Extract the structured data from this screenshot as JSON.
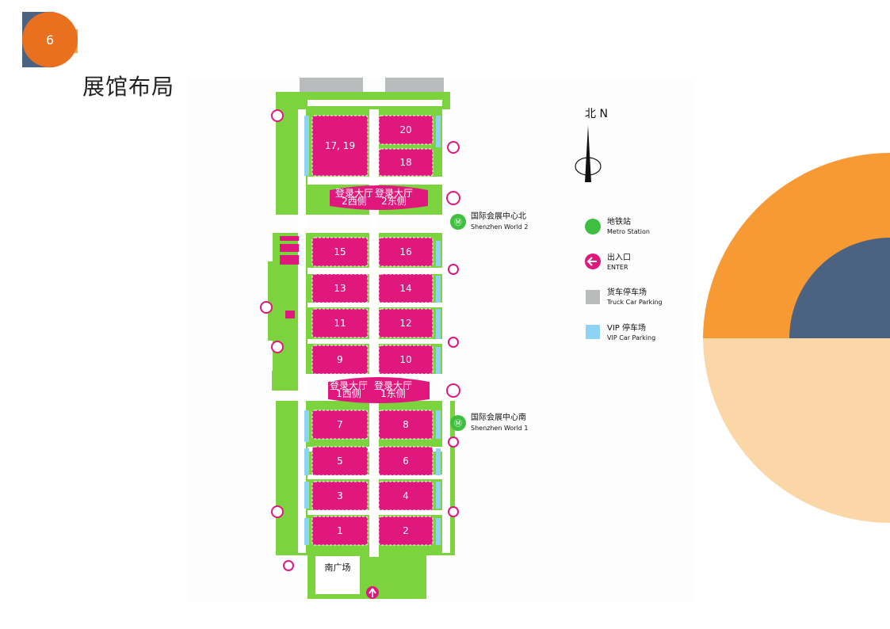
{
  "slide": {
    "number": "6",
    "title": "展馆布局",
    "accent": "#f7a23b",
    "accent_light": "#fbd9ac",
    "navy": "#4b6281"
  },
  "map": {
    "halls": [
      "17, 19",
      "20",
      "18",
      "15",
      "16",
      "13",
      "14",
      "11",
      "12",
      "9",
      "10",
      "7",
      "8",
      "5",
      "6",
      "3",
      "4",
      "1",
      "2"
    ],
    "lobby_north": {
      "west": [
        "登录大厅",
        "2西侧"
      ],
      "east": [
        "登录大厅",
        "2东侧"
      ]
    },
    "lobby_south": {
      "west": [
        "登录大厅",
        "1西侧"
      ],
      "east": [
        "登录大厅",
        "1东侧"
      ]
    },
    "north_label": "北 N",
    "station_north": {
      "cn": "国际会展中心北",
      "en": "Shenzhen World 2"
    },
    "station_south": {
      "cn": "国际会展中心南",
      "en": "Shenzhen World 1"
    },
    "plaza": "南广场",
    "colors": {
      "hall": "#e0177d",
      "green": "#7bd43d",
      "road": "#ffffff",
      "vip": "#8fd3f4",
      "truck": "#b8bcbd"
    }
  },
  "legend": [
    {
      "icon": "metro-icon",
      "cn": "地铁站",
      "en": "Metro Station"
    },
    {
      "icon": "enter-icon",
      "cn": "出入口",
      "en": "ENTER"
    },
    {
      "icon": "truck-parking-icon",
      "cn": "货车停车场",
      "en": "Truck Car Parking"
    },
    {
      "icon": "vip-parking-icon",
      "cn": "VIP 停车场",
      "en": "VIP Car Parking"
    }
  ]
}
